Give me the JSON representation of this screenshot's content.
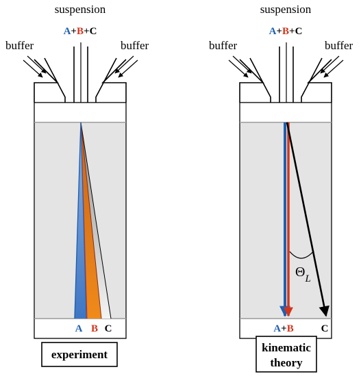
{
  "panels": [
    {
      "id": "experiment",
      "top_label": "suspension",
      "mixture": {
        "a": "A",
        "b": "B",
        "c": "C"
      },
      "buffer_left": "buffer",
      "buffer_right": "buffer",
      "bottom": {
        "a": "A",
        "b": "B",
        "c": "C"
      },
      "caption": "experiment"
    },
    {
      "id": "kinematic-theory",
      "top_label": "suspension",
      "mixture": {
        "a": "A",
        "b": "B",
        "c": "C"
      },
      "buffer_left": "buffer",
      "buffer_right": "buffer",
      "bottom": {
        "a": "A",
        "b": "B",
        "c": "C"
      },
      "angle_symbol": "Θ",
      "angle_subscript": "L",
      "caption_line1": "kinematic",
      "caption_line2": "theory"
    }
  ],
  "colors": {
    "a": "#1f5fb0",
    "b": "#d2341c",
    "c": "#000000",
    "b_fill": "#e8801a",
    "chamber": "#e4e4e4"
  }
}
